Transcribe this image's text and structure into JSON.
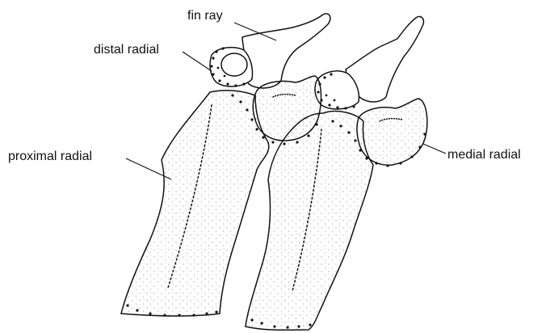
{
  "labels": {
    "fin_ray": "fin ray",
    "distal_radial": "distal radial",
    "proximal_radial": "proximal radial",
    "medial_radial": "medial radial"
  },
  "colors": {
    "ink": "#111111",
    "background": "#ffffff"
  }
}
